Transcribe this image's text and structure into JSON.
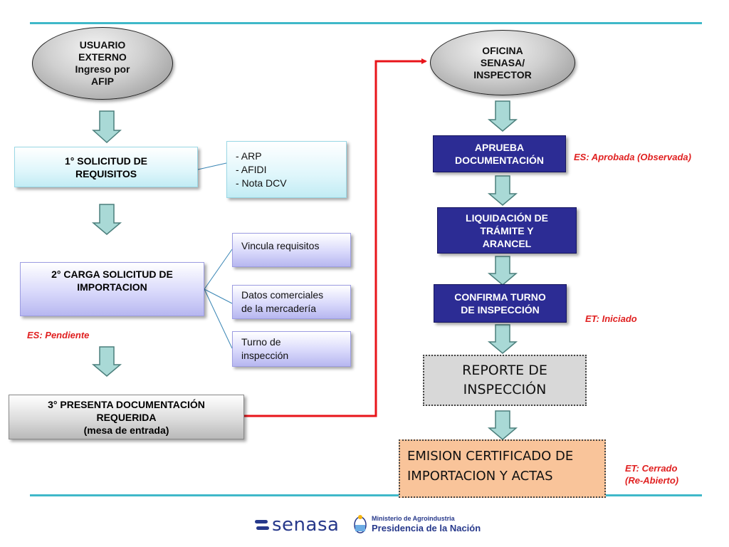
{
  "left": {
    "user_ellipse": "USUARIO\nEXTERNO\nIngreso por\nAFIP",
    "step1": "1° SOLICITUD DE\nREQUISITOS",
    "step1_items": "- ARP\n- AFIDI\n- Nota DCV",
    "step2": "2° CARGA SOLICITUD DE\nIMPORTACION",
    "step2_items": [
      "Vincula requisitos",
      "Datos comerciales\nde la mercadería",
      "Turno de\ninspección"
    ],
    "status_pending": "ES: Pendiente",
    "step3": "3° PRESENTA DOCUMENTACIÓN\nREQUERIDA\n(mesa de entrada)"
  },
  "right": {
    "office_ellipse": "OFICINA\nSENASA/\nINSPECTOR",
    "approve": "APRUEBA\nDOCUMENTACIÓN",
    "status_approved": "ES: Aprobada  (Observada)",
    "liquidation": "LIQUIDACIÓN DE\nTRÁMITE Y\nARANCEL",
    "confirm": "CONFIRMA TURNO\nDE INSPECCIÓN",
    "status_started": "ET: Iniciado",
    "report": "REPORTE DE\nINSPECCIÓN",
    "emission": "EMISION CERTIFICADO DE\nIMPORTACION  Y ACTAS",
    "status_closed": "ET: Cerrado\n(Re-Abierto)"
  },
  "footer": {
    "senasa_logo": "senasa",
    "ministry": "Ministerio de Agroindustria",
    "presidency": "Presidencia de la Nación"
  },
  "colors": {
    "accent_rule": "#3fb8c9",
    "arrow_fill": "#a9d9d6",
    "connector_red": "#e8141a",
    "status_red": "#e02020",
    "navy_box": "#2c2c94",
    "emission_fill": "#f9c49a",
    "brand_blue": "#27398b"
  }
}
